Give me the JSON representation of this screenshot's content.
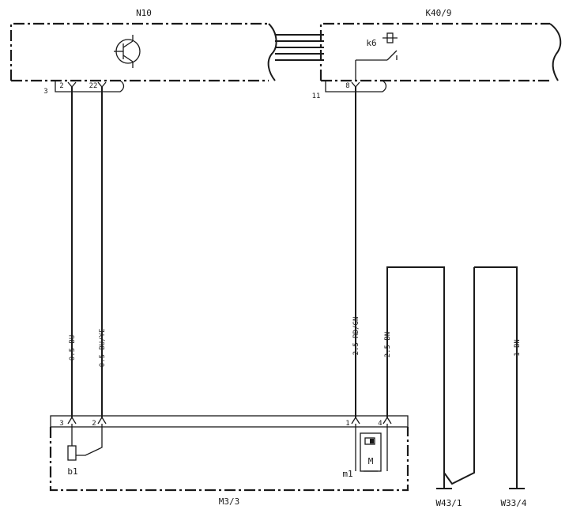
{
  "components": {
    "n10": {
      "label": "N10"
    },
    "k40_9": {
      "label": "K40/9",
      "relay": "k6"
    },
    "m3_3": {
      "label": "M3/3",
      "sensor": "b1",
      "motor": "m1",
      "motor_symbol": "M"
    },
    "w43_1": {
      "label": "W43/1"
    },
    "w33_4": {
      "label": "W33/4"
    }
  },
  "connectors": {
    "n10_connector": "3",
    "k40_connector": "11"
  },
  "pins": {
    "n10_pin_a": "2",
    "n10_pin_b": "22",
    "k40_pin": "8",
    "m3_pin_3": "3",
    "m3_pin_2": "2",
    "m3_pin_1": "1",
    "m3_pin_4": "4"
  },
  "wires": {
    "w_bu": "0.5 BU",
    "w_buye": "0.5 BU/YE",
    "w_rdgn": "2.5 RD/GN",
    "w_bn": "2.5 BN",
    "w_bn_ground": "1 BN"
  }
}
